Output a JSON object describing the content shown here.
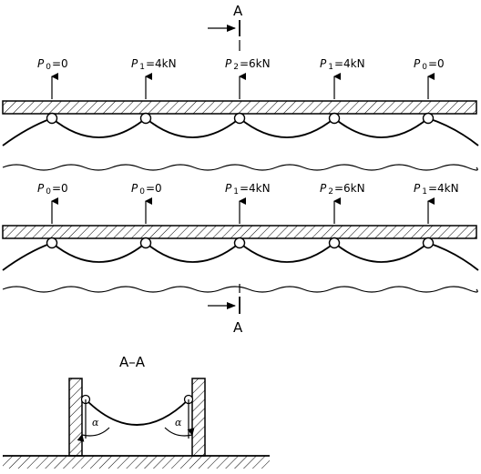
{
  "section_marker": {
    "letter": "A",
    "title": "A–A"
  },
  "rows": [
    {
      "loads": [
        {
          "sym": "P",
          "sub": "0",
          "val": "=0"
        },
        {
          "sym": "P",
          "sub": "1",
          "val": "=4kN"
        },
        {
          "sym": "P",
          "sub": "2",
          "val": "=6kN"
        },
        {
          "sym": "P",
          "sub": "1",
          "val": "=4kN"
        },
        {
          "sym": "P",
          "sub": "0",
          "val": "=0"
        }
      ]
    },
    {
      "loads": [
        {
          "sym": "P",
          "sub": "0",
          "val": "=0"
        },
        {
          "sym": "P",
          "sub": "0",
          "val": "=0"
        },
        {
          "sym": "P",
          "sub": "1",
          "val": "=4kN"
        },
        {
          "sym": "P",
          "sub": "2",
          "val": "=6kN"
        },
        {
          "sym": "P",
          "sub": "1",
          "val": "=4kN"
        }
      ]
    }
  ],
  "angle_symbol": "α"
}
